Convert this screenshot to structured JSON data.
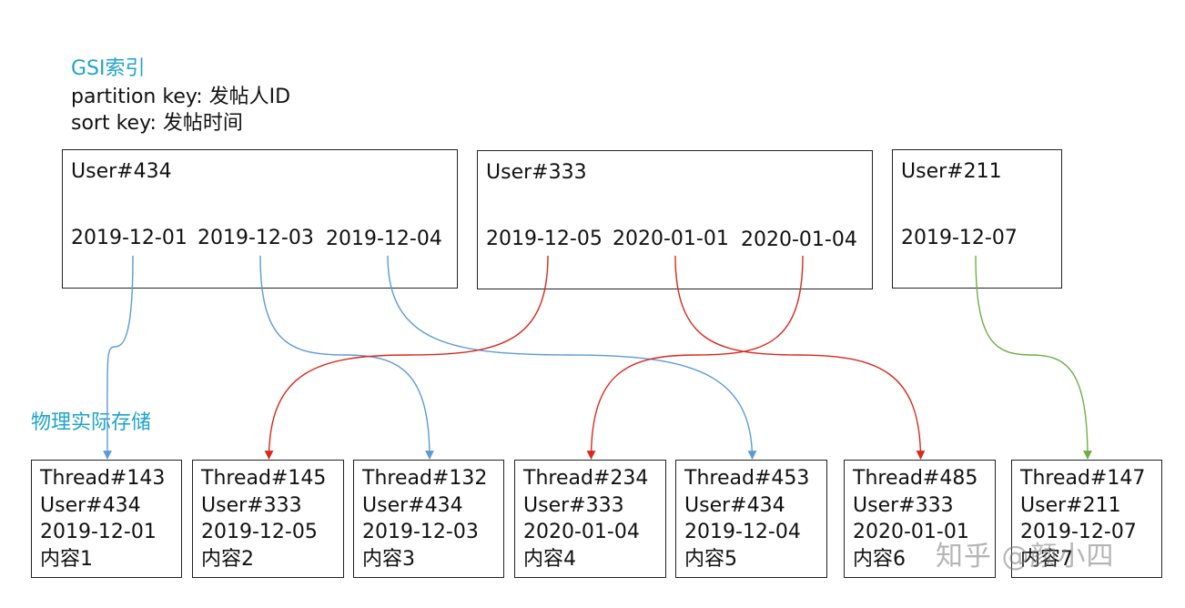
{
  "header": {
    "gsi_title": "GSI索引",
    "partition_key": "partition key: 发帖人ID",
    "sort_key": "sort key: 发帖时间"
  },
  "physical_title": "物理实际存储",
  "gsi_groups": [
    {
      "user": "User#434",
      "dates": [
        "2019-12-01",
        "2019-12-03",
        "2019-12-04"
      ]
    },
    {
      "user": "User#333",
      "dates": [
        "2019-12-05",
        "2020-01-01",
        "2020-01-04"
      ]
    },
    {
      "user": "User#211",
      "dates": [
        "2019-12-07"
      ]
    }
  ],
  "threads": [
    {
      "thread": "Thread#143",
      "user": "User#434",
      "date": "2019-12-01",
      "content": "内容1"
    },
    {
      "thread": "Thread#145",
      "user": "User#333",
      "date": "2019-12-05",
      "content": "内容2"
    },
    {
      "thread": "Thread#132",
      "user": "User#434",
      "date": "2019-12-03",
      "content": "内容3"
    },
    {
      "thread": "Thread#234",
      "user": "User#333",
      "date": "2020-01-04",
      "content": "内容4"
    },
    {
      "thread": "Thread#453",
      "user": "User#434",
      "date": "2019-12-04",
      "content": "内容5"
    },
    {
      "thread": "Thread#485",
      "user": "User#333",
      "date": "2020-01-01",
      "content": "内容6"
    },
    {
      "thread": "Thread#147",
      "user": "User#211",
      "date": "2019-12-07",
      "content": "内容7"
    }
  ],
  "links": [
    {
      "from_group": 0,
      "from_date": 0,
      "to_thread": 0,
      "color": "#5b9bd5"
    },
    {
      "from_group": 0,
      "from_date": 1,
      "to_thread": 2,
      "color": "#5b9bd5"
    },
    {
      "from_group": 0,
      "from_date": 2,
      "to_thread": 4,
      "color": "#5b9bd5"
    },
    {
      "from_group": 1,
      "from_date": 0,
      "to_thread": 1,
      "color": "#d9281e"
    },
    {
      "from_group": 1,
      "from_date": 1,
      "to_thread": 5,
      "color": "#d9281e"
    },
    {
      "from_group": 1,
      "from_date": 2,
      "to_thread": 3,
      "color": "#d9281e"
    },
    {
      "from_group": 2,
      "from_date": 0,
      "to_thread": 6,
      "color": "#70ad47"
    }
  ],
  "watermark": "知乎 @颜小四"
}
